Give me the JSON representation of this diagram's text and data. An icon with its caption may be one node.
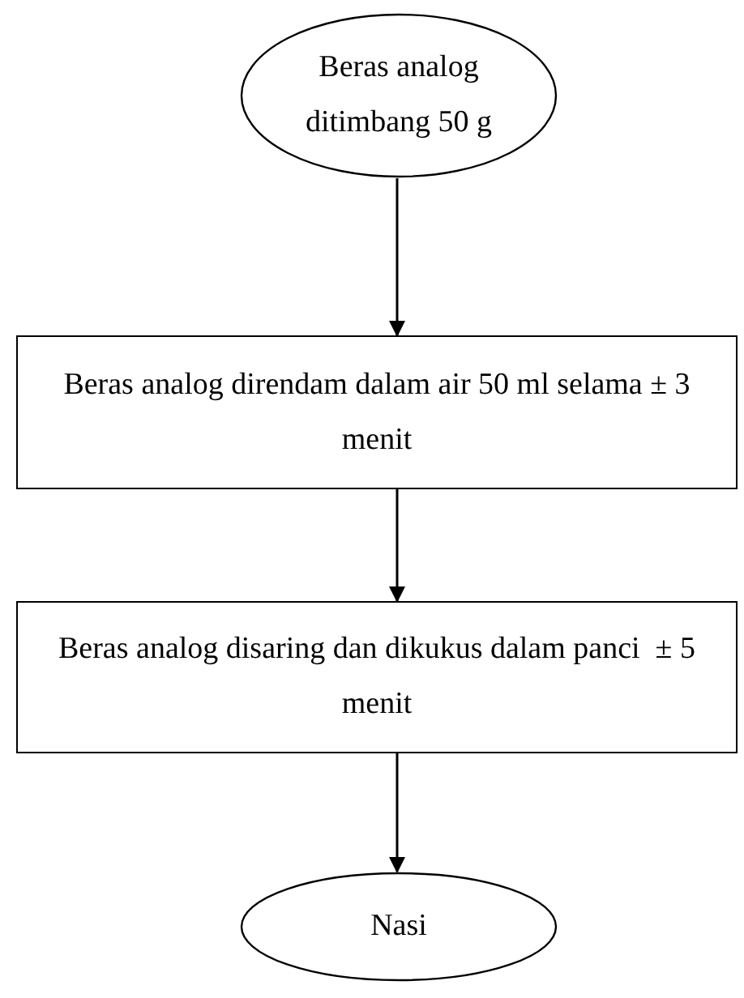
{
  "diagram": {
    "nodes": [
      {
        "text": [
          "Beras analog ditimbang 50 g"
        ]
      },
      {
        "text": [
          "Beras analog direndam dalam air 50 ml selama ± 3 menit"
        ]
      },
      {
        "text": [
          "Beras analog disaring dan dikukus dalam panci  ± 5 menit"
        ]
      },
      {
        "text": [
          "Nasi"
        ]
      }
    ],
    "edges": [
      {
        "from": 0,
        "to": 1,
        "arrow": "to"
      },
      {
        "from": 1,
        "to": 2,
        "arrow": "to"
      },
      {
        "from": 2,
        "to": 3,
        "arrow": "to"
      }
    ]
  }
}
